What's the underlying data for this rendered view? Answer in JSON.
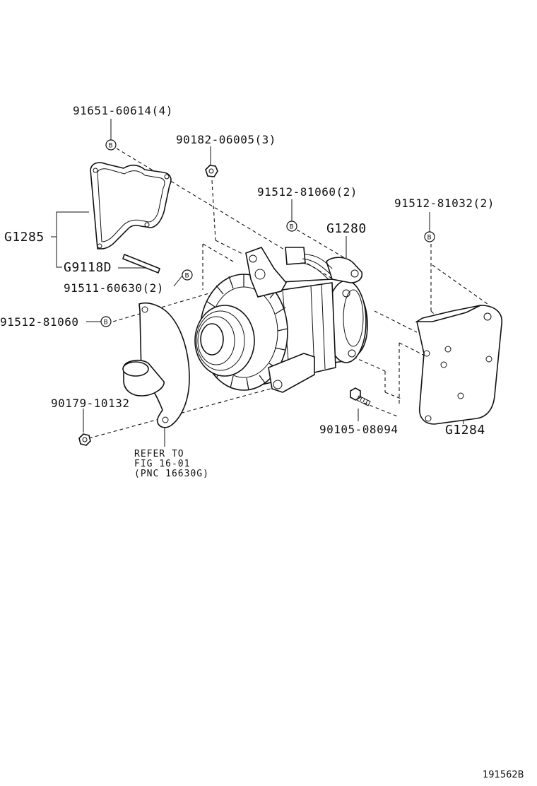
{
  "labels": {
    "p91651": "91651-60614(4)",
    "p90182": "90182-06005(3)",
    "p91512_81060_2": "91512-81060(2)",
    "p91512_81032": "91512-81032(2)",
    "g1285": "G1285",
    "g1280": "G1280",
    "g9118d": "G9118D",
    "p91511": "91511-60630(2)",
    "p91512_81060": "91512-81060",
    "p90179": "90179-10132",
    "p90105": "90105-08094",
    "g1284": "G1284",
    "refer_line1": "REFER TO",
    "refer_line2": "FIG 16-01",
    "refer_line3": "(PNC 16630G)",
    "figure_id": "191562B"
  },
  "marker_letter": "B"
}
